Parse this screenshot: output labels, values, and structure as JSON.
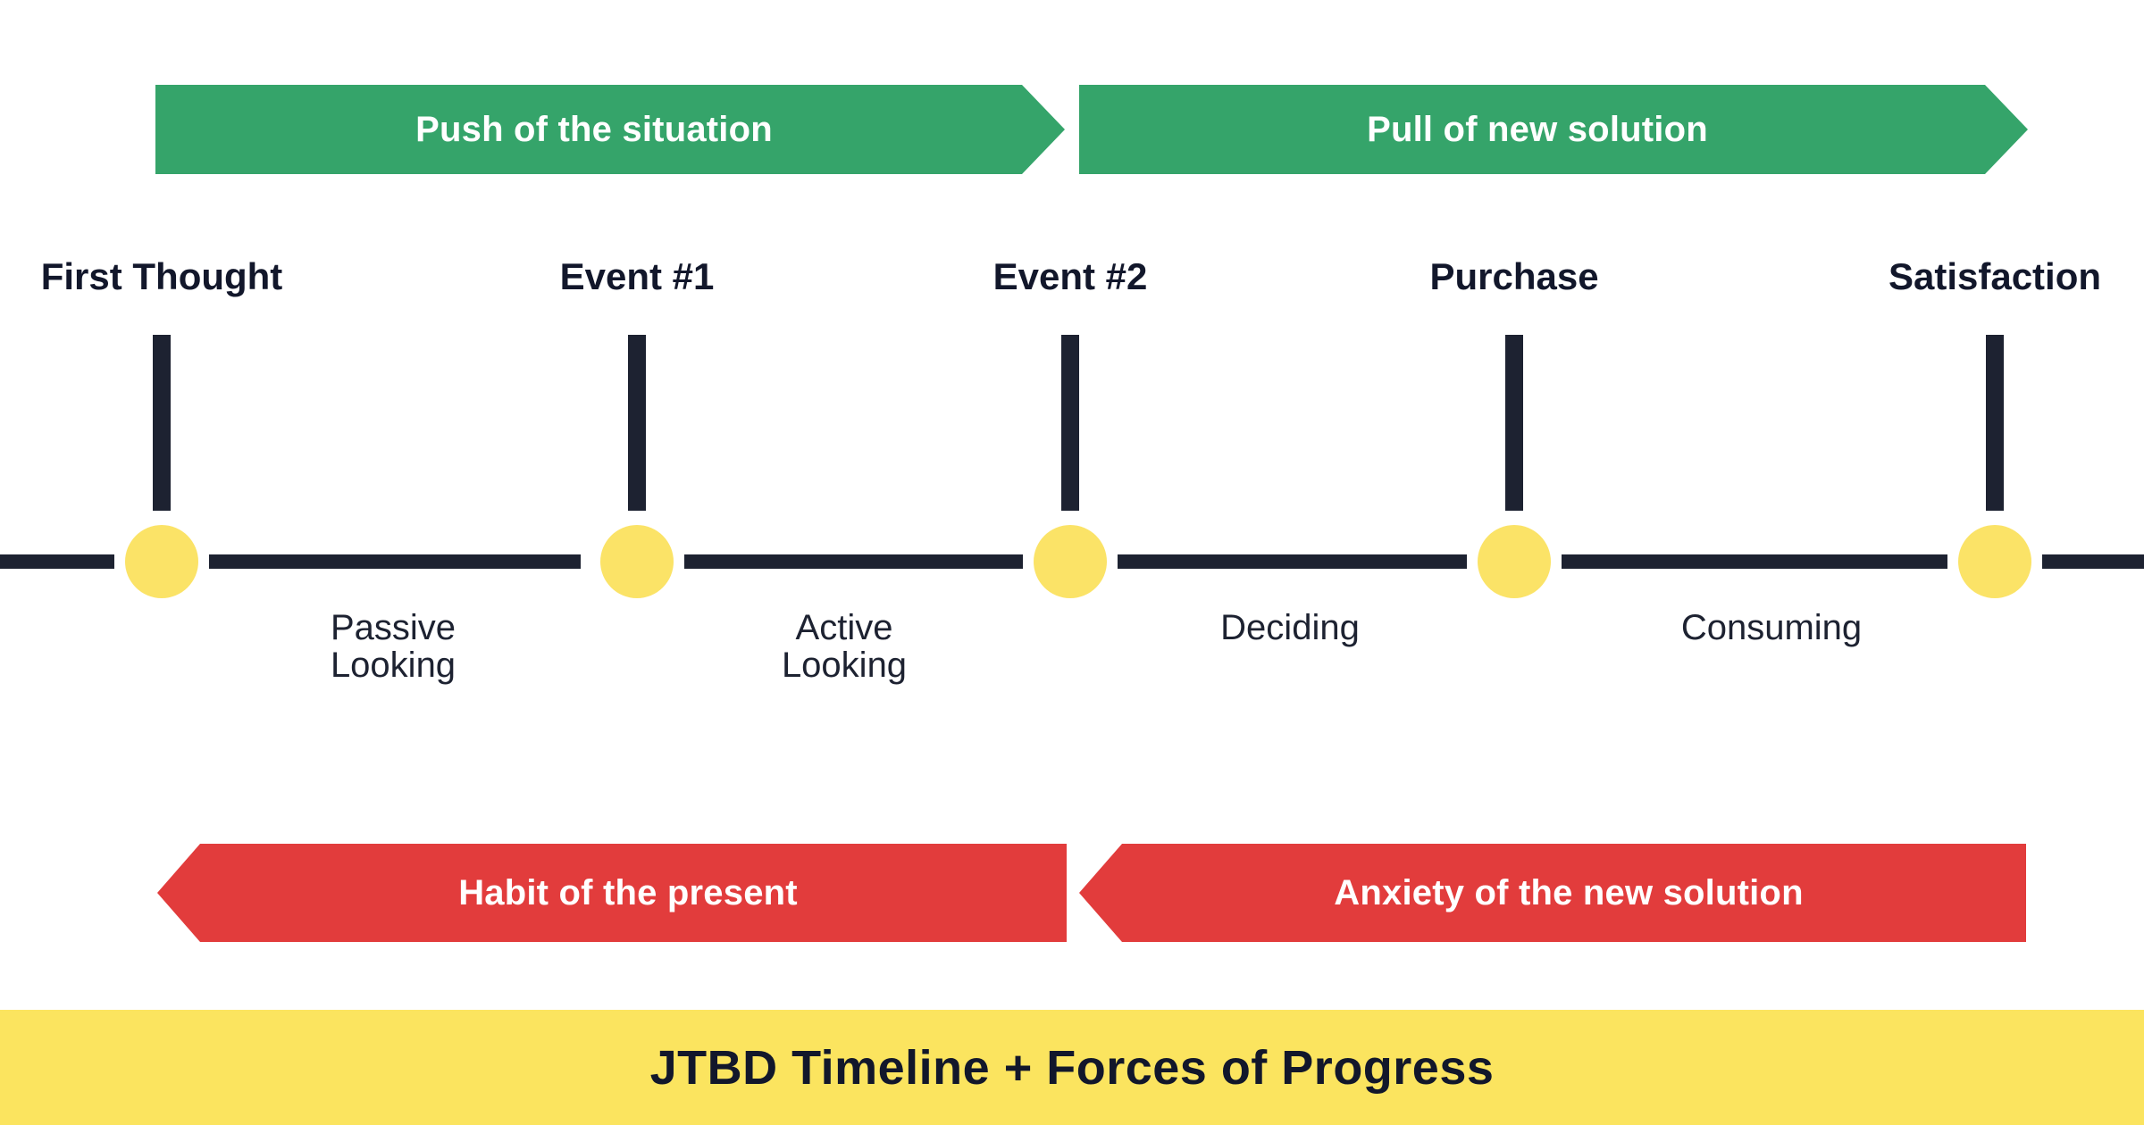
{
  "diagram": {
    "caption": "JTBD Timeline + Forces of Progress",
    "colors": {
      "push_pull_green": "#35A46A",
      "habit_anxiety_red": "#E23C3C",
      "node_yellow": "#FBE367",
      "banner_yellow": "#FBE45F",
      "axis_dark": "#1D2231",
      "background": "#FFFFFF"
    }
  },
  "forces": {
    "progress": [
      {
        "label": "Push of the situation",
        "direction": "right",
        "color": "#35A46A"
      },
      {
        "label": "Pull of new solution",
        "direction": "right",
        "color": "#35A46A"
      }
    ],
    "resistance": [
      {
        "label": "Habit of the present",
        "direction": "left",
        "color": "#E23C3C"
      },
      {
        "label": "Anxiety of the new solution",
        "direction": "left",
        "color": "#E23C3C"
      }
    ]
  },
  "timeline": {
    "milestones": [
      {
        "label": "First Thought"
      },
      {
        "label": "Event #1"
      },
      {
        "label": "Event #2"
      },
      {
        "label": "Purchase"
      },
      {
        "label": "Satisfaction"
      }
    ],
    "phases": [
      {
        "label": "Passive\nLooking"
      },
      {
        "label": "Active\nLooking"
      },
      {
        "label": "Deciding"
      },
      {
        "label": "Consuming"
      }
    ]
  }
}
